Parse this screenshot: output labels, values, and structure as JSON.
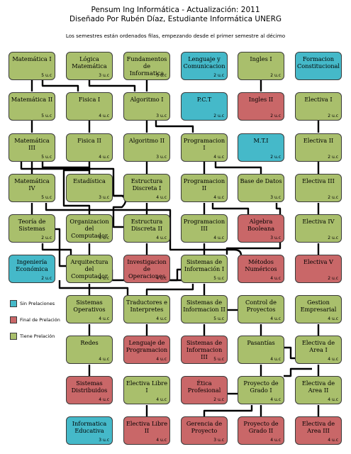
{
  "header": {
    "title_line1": "Pensum Ing Informática - Actualización: 2011",
    "title_line2": "Diseñado Por Rubén Díaz, Estudiante Informática UNERG",
    "subtitle": "Los semestres están ordenados filas, empezando desde el primer semestre al décimo"
  },
  "colors": {
    "tiene_prelacion": "#a9bf6c",
    "final_de_prelacion": "#c96768",
    "sin_prelaciones": "#45b9c9"
  },
  "legend": {
    "sin_prelaciones": "Sin Prelaciones",
    "final_de_prelacion": "Final de Prelación",
    "tiene_prelacion": "Tiene Prelación"
  },
  "courses": [
    {
      "name": "Matemática I",
      "uc": "5 u.c",
      "type": "green"
    },
    {
      "name": "Lógica Matemática",
      "uc": "3 u.c",
      "type": "green"
    },
    {
      "name": "Fundamentos de Informatica",
      "uc": "3 u.c",
      "type": "green"
    },
    {
      "name": "Lenguaje y Comunicacion",
      "uc": "2 u.c",
      "type": "blue"
    },
    {
      "name": "Ingles I",
      "uc": "2 u.c",
      "type": "green"
    },
    {
      "name": "Formacion Constitucional",
      "uc": "",
      "type": "blue"
    },
    {
      "name": "Matemática II",
      "uc": "5 u.c",
      "type": "green"
    },
    {
      "name": "Fisica I",
      "uc": "4 u.c",
      "type": "green"
    },
    {
      "name": "Algoritmo I",
      "uc": "3 u.c",
      "type": "green"
    },
    {
      "name": "P.C.T",
      "uc": "2 u.c",
      "type": "blue"
    },
    {
      "name": "Ingles II",
      "uc": "2 u.c",
      "type": "red"
    },
    {
      "name": "Electiva I",
      "uc": "2 u.c",
      "type": "green"
    },
    {
      "name": "Matemática III",
      "uc": "5 u.c",
      "type": "green"
    },
    {
      "name": "Fisica II",
      "uc": "4 u.c",
      "type": "green"
    },
    {
      "name": "Algoritmo II",
      "uc": "3 u.c",
      "type": "green"
    },
    {
      "name": "Programacion I",
      "uc": "4 u.c",
      "type": "green"
    },
    {
      "name": "M.T.I",
      "uc": "2 u.c",
      "type": "blue"
    },
    {
      "name": "Electiva II",
      "uc": "2 u.c",
      "type": "green"
    },
    {
      "name": "Matemática IV",
      "uc": "5 u.c",
      "type": "green"
    },
    {
      "name": "Estadística",
      "uc": "3 u.c",
      "type": "green"
    },
    {
      "name": "Estructura Discreta I",
      "uc": "4 u.c",
      "type": "green"
    },
    {
      "name": "Programacion II",
      "uc": "4 u.c",
      "type": "green"
    },
    {
      "name": "Base de Datos",
      "uc": "3 u.c",
      "type": "green"
    },
    {
      "name": "Electiva III",
      "uc": "2 u.c",
      "type": "green"
    },
    {
      "name": "Teoría de Sistemas",
      "uc": "2 u.c",
      "type": "green"
    },
    {
      "name": "Organizacion del Computador",
      "uc": "5 u.c",
      "type": "green"
    },
    {
      "name": "Estructura Discreta II",
      "uc": "4 u.c",
      "type": "green"
    },
    {
      "name": "Programacion III",
      "uc": "4 u.c",
      "type": "green"
    },
    {
      "name": "Algebra Booleana",
      "uc": "3 u.c",
      "type": "red"
    },
    {
      "name": "Electiva IV",
      "uc": "2 u.c",
      "type": "green"
    },
    {
      "name": "Ingeniería Económica",
      "uc": "2 u.c",
      "type": "blue"
    },
    {
      "name": "Arquitectura del Computador",
      "uc": "4 u.c",
      "type": "green"
    },
    {
      "name": "Investigacion de Operaciones",
      "uc": "4 u.c",
      "type": "red"
    },
    {
      "name": "Sistemas de Información I",
      "uc": "5 u.c",
      "type": "green"
    },
    {
      "name": "Métodos Numéricos",
      "uc": "4 u.c",
      "type": "red"
    },
    {
      "name": "Electiva V",
      "uc": "2 u.c",
      "type": "red"
    },
    {
      "name": "Sistemas Operativos",
      "uc": "4 u.c",
      "type": "green"
    },
    {
      "name": "Traductores e Interpretes",
      "uc": "4 u.c",
      "type": "green"
    },
    {
      "name": "Sistemas de Informacion II",
      "uc": "5 u.c",
      "type": "green"
    },
    {
      "name": "Control de Proyectos",
      "uc": "4 u.c",
      "type": "green"
    },
    {
      "name": "Gestion Empresarial",
      "uc": "4 u.c",
      "type": "green"
    },
    {
      "name": "Redes",
      "uc": "4 u.c",
      "type": "green"
    },
    {
      "name": "Lenguaje de Programacion",
      "uc": "4 u.c",
      "type": "red"
    },
    {
      "name": "Sistemas de Informacion III",
      "uc": "5 u.c",
      "type": "red"
    },
    {
      "name": "Pasantías",
      "uc": "4 u.c",
      "type": "green"
    },
    {
      "name": "Electiva de Area I",
      "uc": "4 u.c",
      "type": "green"
    },
    {
      "name": "Sistemas Distribuidos",
      "uc": "4 u.c",
      "type": "red"
    },
    {
      "name": "Electiva Libre I",
      "uc": "4 u.c",
      "type": "green"
    },
    {
      "name": "Ética Profesional",
      "uc": "2 u.c",
      "type": "red"
    },
    {
      "name": "Proyecto de Grado I",
      "uc": "4 u.c",
      "type": "green"
    },
    {
      "name": "Electiva de Area II",
      "uc": "4 u.c",
      "type": "green"
    },
    {
      "name": "Informatica Educativa",
      "uc": "3 u.c",
      "type": "blue"
    },
    {
      "name": "Electiva Libre II",
      "uc": "4 u.c",
      "type": "red"
    },
    {
      "name": "Gerencia de Proyecto",
      "uc": "3 u.c",
      "type": "red"
    },
    {
      "name": "Proyecto de Grado II",
      "uc": "4 u.c",
      "type": "red"
    },
    {
      "name": "Electiva de Area III",
      "uc": "4 u.c",
      "type": "red"
    }
  ]
}
